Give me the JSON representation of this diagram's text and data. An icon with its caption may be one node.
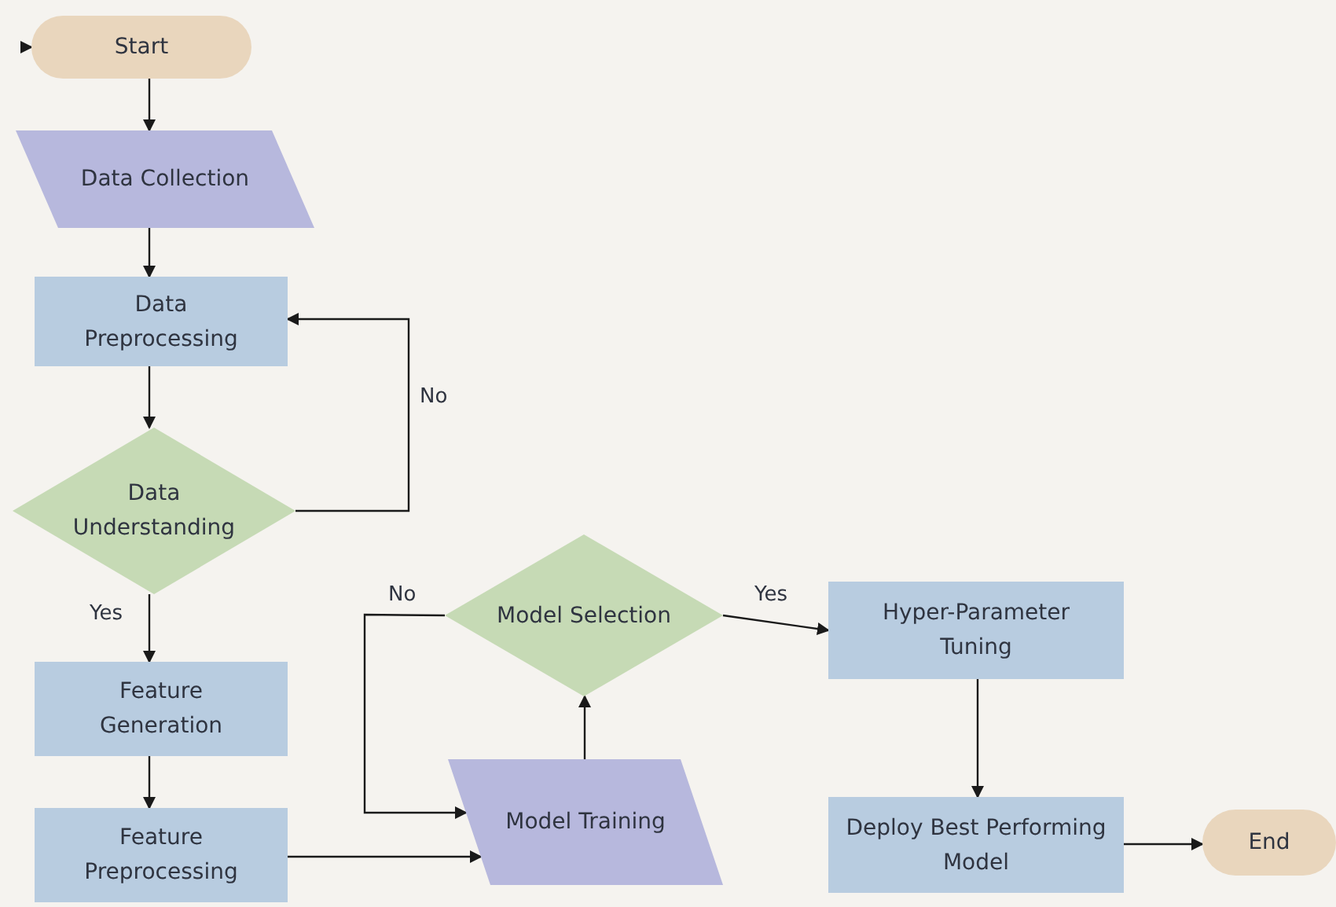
{
  "diagram": {
    "nodes": [
      {
        "text": [
          "Start"
        ]
      },
      {
        "text": [
          "Data Collection"
        ]
      },
      {
        "text": [
          "Data Preprocessing"
        ]
      },
      {
        "text": [
          "Data Understanding"
        ]
      },
      {
        "text": [
          "Feature Generation"
        ]
      },
      {
        "text": [
          "Feature Preprocessing"
        ]
      },
      {
        "text": [
          "Model Selection"
        ]
      },
      {
        "text": [
          "Model Training"
        ]
      },
      {
        "text": [
          "Hyper-Parameter Tuning"
        ]
      },
      {
        "text": [
          "Deploy Best Performing Model"
        ]
      },
      {
        "text": [
          "End"
        ]
      }
    ],
    "edges": [
      {
        "from": null,
        "to": 0,
        "arrow": "to"
      },
      {
        "from": 0,
        "to": 1,
        "arrow": "to"
      },
      {
        "from": 1,
        "to": 2,
        "arrow": "to"
      },
      {
        "from": 2,
        "to": 3,
        "arrow": "to"
      },
      {
        "from": 3,
        "to": 2,
        "arrow": "to",
        "label": "No"
      },
      {
        "from": 3,
        "to": 4,
        "arrow": "to",
        "label": "Yes"
      },
      {
        "from": 4,
        "to": 5,
        "arrow": "to"
      },
      {
        "from": 5,
        "to": 7,
        "arrow": "to"
      },
      {
        "from": 7,
        "to": 6,
        "arrow": "to"
      },
      {
        "from": 6,
        "to": 7,
        "arrow": "to",
        "label": "No"
      },
      {
        "from": 6,
        "to": 8,
        "arrow": "to",
        "label": "Yes"
      },
      {
        "from": 8,
        "to": 9,
        "arrow": "to"
      },
      {
        "from": 9,
        "to": 10,
        "arrow": "to"
      }
    ]
  }
}
